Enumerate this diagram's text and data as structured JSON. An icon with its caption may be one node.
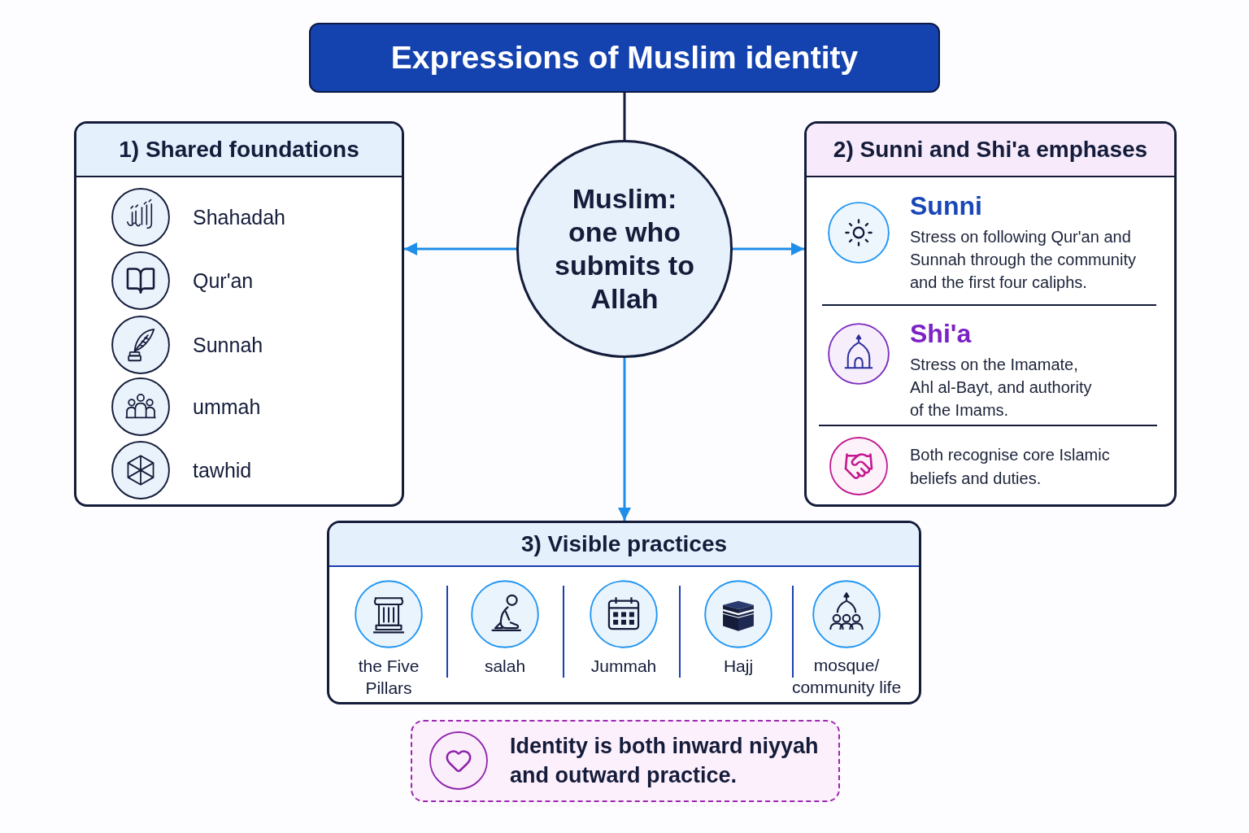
{
  "diagram": {
    "nodes": [
      {
        "text": [
          "Expressions of Muslim identity"
        ]
      },
      {
        "text": [
          "1) Shared foundations"
        ]
      },
      {
        "text": [
          "Shahadah"
        ],
        "in": 1
      },
      {
        "text": [
          "Qur'an"
        ],
        "in": 1
      },
      {
        "text": [
          "Sunnah"
        ],
        "in": 1
      },
      {
        "text": [
          "ummah"
        ],
        "in": 1
      },
      {
        "text": [
          "tawhid"
        ],
        "in": 1
      },
      {
        "text": [
          "Muslim: one who submits to Allah"
        ]
      },
      {
        "text": [
          "2) Sunni and Shi'a emphases"
        ]
      },
      {
        "text": [
          "Sunni",
          "Stress on following Qur'an and Sunnah through the community and the first four caliphs."
        ],
        "in": 8
      },
      {
        "text": [
          "Shi'a",
          "Stress on the Imamate, Ahl al-Bayt, and authority of the Imams."
        ],
        "in": 8
      },
      {
        "text": [
          "Both recognise core Islamic beliefs and duties."
        ],
        "in": 8
      },
      {
        "text": [
          "3) Visible practices"
        ]
      },
      {
        "text": [
          "the Five Pillars"
        ],
        "in": 12
      },
      {
        "text": [
          "salah"
        ],
        "in": 12
      },
      {
        "text": [
          "Jummah"
        ],
        "in": 12
      },
      {
        "text": [
          "Hajj"
        ],
        "in": 12
      },
      {
        "text": [
          "mosque/ community life"
        ],
        "in": 12
      },
      {
        "text": [
          "Identity is both inward niyyah and outward practice."
        ]
      }
    ],
    "edges": [
      {
        "from": 0,
        "to": 7,
        "arrow": "none",
        "color": "#141c3a"
      },
      {
        "from": 7,
        "to": 1,
        "arrow": "to"
      },
      {
        "from": 7,
        "to": 8,
        "arrow": "to"
      },
      {
        "from": 7,
        "to": 12,
        "arrow": "to"
      }
    ]
  }
}
